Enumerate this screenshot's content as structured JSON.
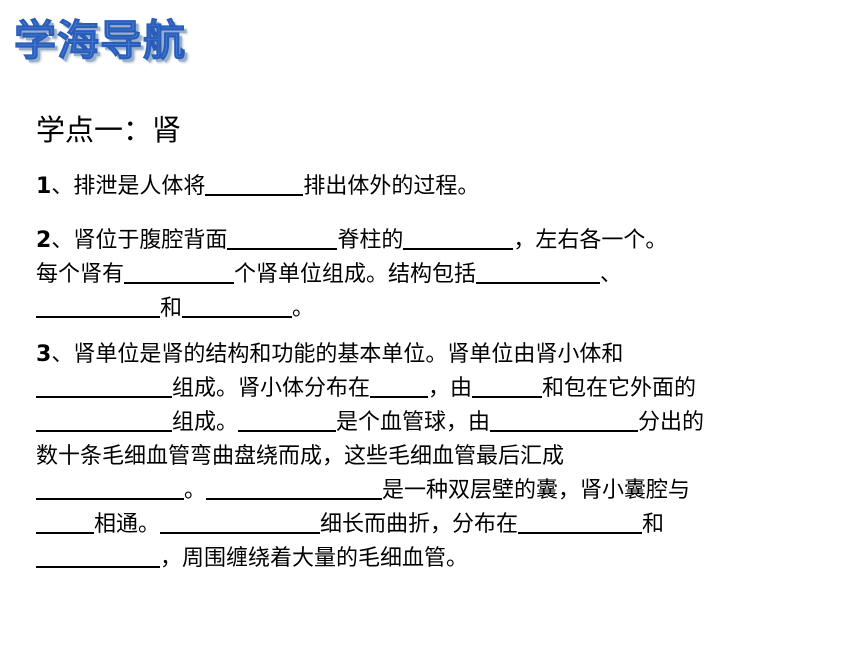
{
  "banner": "学海导航",
  "section_title": "学点一：肾",
  "p1": {
    "num": "1",
    "s1": "、排泄是人体将",
    "s2": "排出体外的过程。"
  },
  "p2": {
    "num": "2",
    "s1": "、肾位于腹腔背面",
    "s2": "脊柱的",
    "s3": "，左右各一个。",
    "s4": "每个肾有",
    "s5": "个肾单位组成。结构包括",
    "s6": "、",
    "s7": "和",
    "s8": "。"
  },
  "p3": {
    "num": "3",
    "s1": "、肾单位是肾的结构和功能的基本单位。肾单位由肾小体和",
    "s2": "组成。肾小体分布在",
    "s3": "，由",
    "s4": "和包在它外面的",
    "s5": "组成。",
    "s6": "是个血管球，由",
    "s7": "分出的",
    "s8": "数十条毛细血管弯曲盘绕而成，这些毛细血管最后汇成",
    "s9": "。",
    "s10": "是一种双层壁的囊，肾小囊腔与",
    "s11": "相通。",
    "s12": "细长而曲折，分布在",
    "s13": "和",
    "s14": "，周围缠绕着大量的毛细血管。"
  }
}
